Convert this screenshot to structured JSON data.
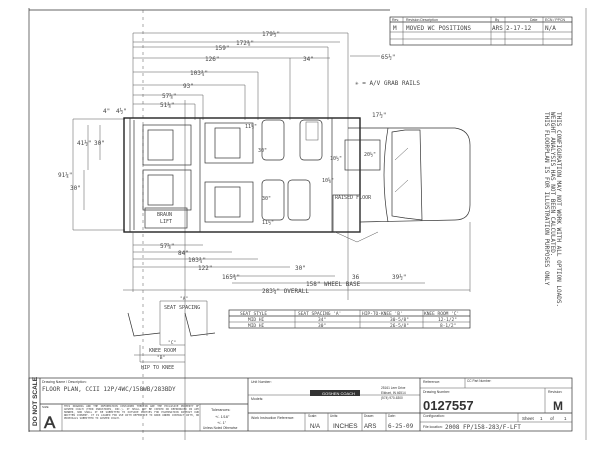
{
  "revision_table": {
    "headers": [
      "Rev.",
      "Revision Description",
      "By",
      "Date",
      "ECN / PPCN"
    ],
    "rows": [
      [
        "M",
        "MOVED WC POSITIONS",
        "ARS",
        "2-17-12",
        "N/A"
      ]
    ]
  },
  "legend": "✳ = A/V GRAB RAILS",
  "note": [
    "THIS FLOORPLAN IS FOR ILLUSTRATION PURPOSES ONLY",
    "WEIGHT ANALYSIS HAS NOT BEEN CALCULATED.",
    "THIS CONFIGURATION MAY NOT WORK WITH ALL OPTION LOADS."
  ],
  "dimensions": {
    "top": [
      "179½\"",
      "172⅜\"",
      "159\"",
      "126\"",
      "34\"",
      "103¾\"",
      "93\"",
      "57⅝\"",
      "51⅛\"",
      "65½\"",
      "4\"",
      "4½\"",
      "17½\""
    ],
    "left": [
      "91¼\"",
      "41½\"",
      "30\"",
      "30\""
    ],
    "interior": [
      "11½\"",
      "30\"",
      "30\"",
      "11½\"",
      "10½\"",
      "20½\"",
      "10⅝\""
    ],
    "bottom": [
      "57⅝\"",
      "84\"",
      "103¾\"",
      "122\"",
      "30\"",
      "165¾\"",
      "36",
      "39½\"",
      "158\" WHEEL BASE",
      "283¼\" OVERALL"
    ]
  },
  "labels": {
    "lift": [
      "BRAUN",
      "LIFT"
    ],
    "raised_floor": "RAISED FLOOR"
  },
  "seat_diagram": {
    "a": "\"A\"",
    "seat_spacing": "SEAT SPACING",
    "c": "\"C\"",
    "knee_room": "KNEE ROOM",
    "b": "\"B\"",
    "hip_to_knee": "HIP TO KNEE"
  },
  "seat_table": {
    "headers": [
      "SEAT STYLE",
      "SEAT SPACING 'A'",
      "HIP-TO-KNEE 'B'",
      "KNEE ROOM 'C'"
    ],
    "rows": [
      [
        "MID HI",
        "34\"",
        "30-5/8\"",
        "12-1/2\""
      ],
      [
        "MID HI",
        "30\"",
        "26-5/8\"",
        "8-1/2\""
      ]
    ]
  },
  "title_block": {
    "do_not_scale": "DO NOT SCALE",
    "drawing_name_label": "Drawing Name / Description:",
    "drawing_name": "FLOOR PLAN, CCII 12P/4WC/158WB/283BDY",
    "size_label": "SIZE",
    "size": "A",
    "proprietary": "THIS DRAWING AND THE INFORMATION CONTAINED THEREIN ARE THE EXCLUSIVE PROPERTY OF GOSHEN COACH (THOR INDUSTRIES, INC.). IT SHALL NOT BE COPIED OR REPRODUCED IN ANY MANNER, NOR SHALL IT BE SUBMITTED TO OUTSIDE PARTIES FOR EXAMINATION WITHOUT OUR WRITTEN CONSENT. IT IS LOANED FOR USE WITH REFERENCE TO WORK UNDER CONTRACT WITH, OR PROPOSALS SUBMITTED TO GOSHEN COACH.",
    "tolerances_label": "Tolerances:",
    "tol1": "+/- 1/16\"",
    "tol2": "+/- 1\"",
    "tol_note": "Unless Noted Otherwise",
    "unit_number_label": "Unit Number:",
    "models_label": "Models:",
    "work_instruction_label": "Work Instruction Reference:",
    "logo": "GOSHEN COACH",
    "address": [
      "25161 Leer Drive",
      "Elkhart, IN 46514",
      "(574) 970-6300"
    ],
    "scale_label": "Scale:",
    "scale": "N/A",
    "units_label": "Units:",
    "units": "INCHES",
    "drawn_label": "Drawn:",
    "drawn": "ARS",
    "date_label": "Date:",
    "date": "6-25-09",
    "reference_label": "Reference:",
    "cc_part_label": "CC Part Number:",
    "drawing_number_label": "Drawing Number:",
    "drawing_number": "0127557",
    "revision_label": "Revision:",
    "revision": "M",
    "configuration_label": "Configuration:",
    "sheet_label": "Sheet",
    "sheet": "1",
    "of_label": "of",
    "sheets": "1",
    "file_location_label": "File location:",
    "file_location": "2008 FP/158-283/F-LFT"
  }
}
